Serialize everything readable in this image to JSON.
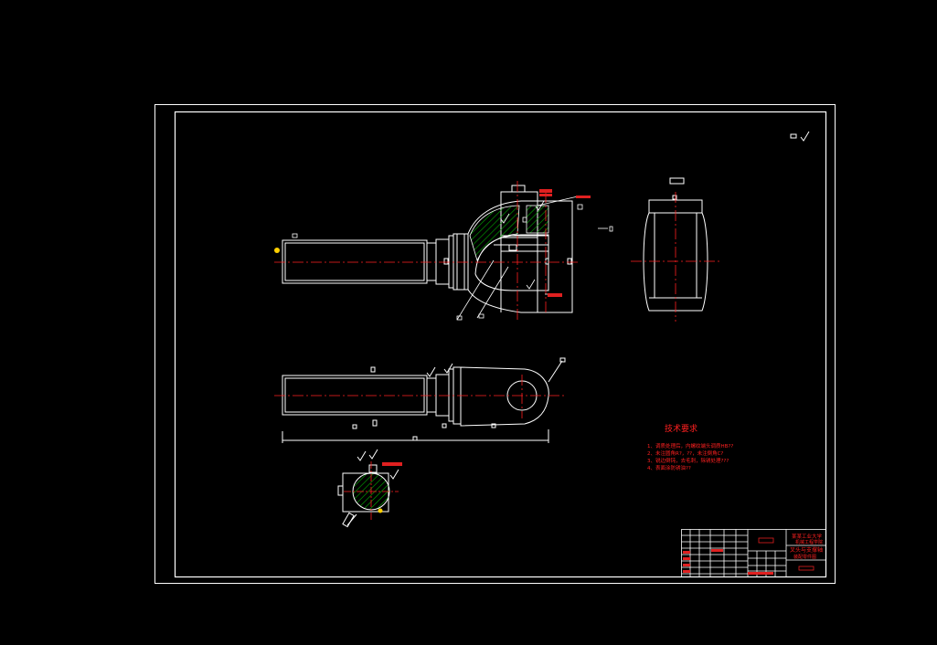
{
  "drawing": {
    "tech_requirements": {
      "title": "技术要求",
      "lines": [
        "1、调质处理后，内螺纹端头调质HB??",
        "2、未注圆角R?，??，未注倒角C?",
        "3、锐边倒钝，去毛刺，除锈处理???",
        "4、表面涂防锈油??"
      ]
    },
    "title_block": {
      "school": "某某工业大学",
      "school_sub": "机械工程学院",
      "part_name": "叉头与支撑轴",
      "part_sub": "装配零件图"
    },
    "colors": {
      "background": "#000000",
      "outline": "#ffffff",
      "centerline": "#ff0000",
      "hatch": "#00c000",
      "leader": "#00ffff"
    }
  }
}
